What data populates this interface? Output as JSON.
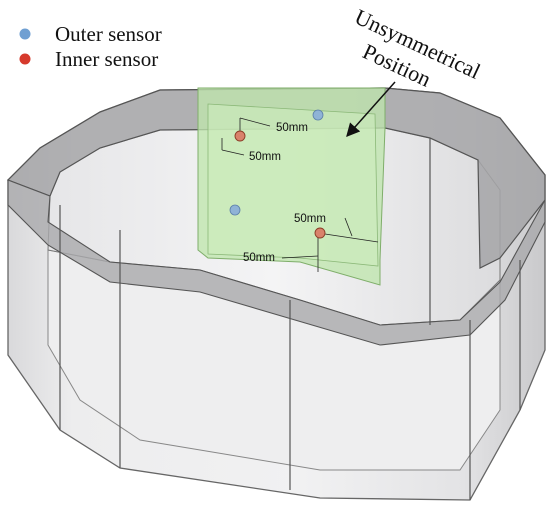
{
  "legend": {
    "outer": {
      "label": "Outer sensor",
      "color": "#5b95d3"
    },
    "inner": {
      "label": "Inner sensor",
      "color": "#d63a2c"
    }
  },
  "callout": {
    "line1": "Unsymmetrical",
    "line2": "Position"
  },
  "dimensions": [
    "50mm",
    "50mm",
    "50mm",
    "50mm"
  ],
  "colors": {
    "panel": "#c5eab5",
    "body": "#e9e9ea",
    "rim": "#9b9b9d",
    "outer_sensor": "#8fb3d6",
    "inner_sensor": "#d9826b"
  }
}
